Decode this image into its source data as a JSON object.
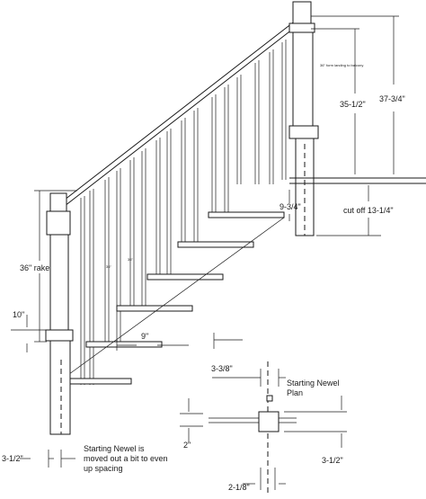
{
  "labels": {
    "upper_newel_total": "37-3/4\"",
    "upper_newel_mid": "35-1/2\"",
    "cut_off": "cut off 13-1/4\"",
    "gap_upper": "9-3/4\"",
    "rake": "36\" rake",
    "start_block": "10\"",
    "tread_run": "9\"",
    "start_offset": "3-1/2\"",
    "start_note_1": "Starting Newel is",
    "start_note_2": "moved out a bit to even",
    "start_note_3": "up spacing",
    "plan_top_dim": "3-3/8\"",
    "plan_title_1": "Starting Newel",
    "plan_title_2": "Plan",
    "plan_left_dim": "2\"",
    "plan_right_dim": "3-1/2\"",
    "plan_bottom_dim": "2-1/8\"",
    "tiny_note": "36\" form landing to balcony",
    "baluster_label_1": "36\"",
    "baluster_label_2": "36\""
  }
}
